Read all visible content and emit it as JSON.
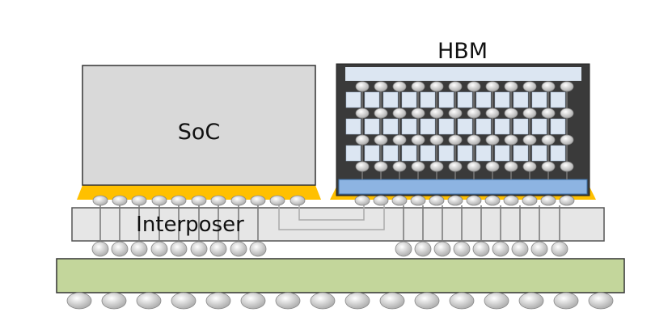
{
  "labels": {
    "hbm": "HBM",
    "soc": "SoC",
    "interposer": "Interposer"
  },
  "colors": {
    "soc_fill": "#d9d9d9",
    "interposer_fill": "#e6e6e6",
    "substrate_fill": "#c3d69b",
    "hbm_frame": "#3a3a3a",
    "hbm_die": "#dce6f2",
    "hbm_logic_die": "#8db4e2",
    "underfill": "#ffc000",
    "bump_fill": "#e0e0e0"
  }
}
